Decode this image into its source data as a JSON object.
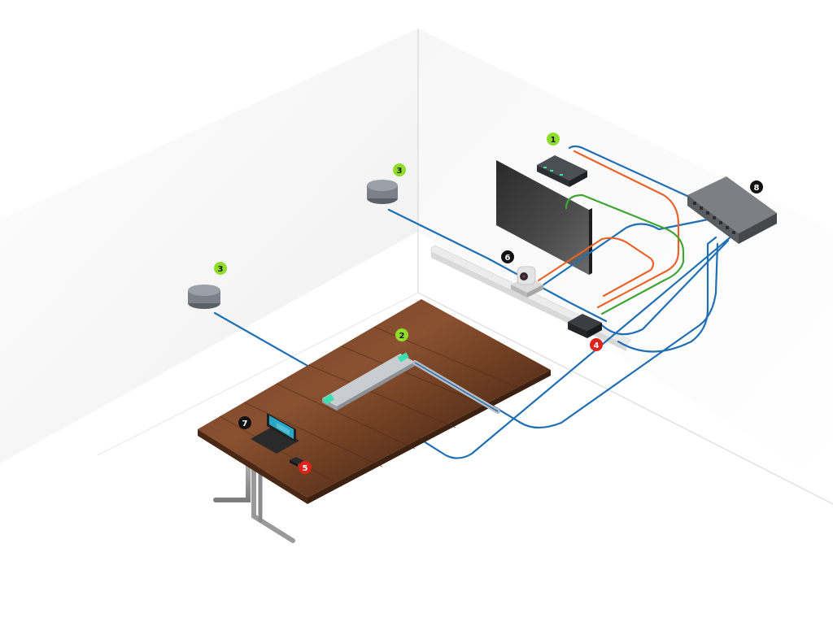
{
  "diagram": {
    "colors": {
      "network_cable": "#1f6fb2",
      "hdmi_cable": "#e8642a",
      "usb_cable": "#3fa535",
      "badge_green": "#8fdc2a",
      "badge_red": "#e0221b",
      "badge_black": "#111111"
    },
    "markers": [
      {
        "id": "m1",
        "label": "1",
        "color": "green",
        "device": "rack-unit"
      },
      {
        "id": "m2",
        "label": "2",
        "color": "green",
        "device": "table-microphone"
      },
      {
        "id": "m3a",
        "label": "3",
        "color": "green",
        "device": "ceiling-speaker-rear"
      },
      {
        "id": "m3b",
        "label": "3",
        "color": "green",
        "device": "ceiling-speaker-front"
      },
      {
        "id": "m4",
        "label": "4",
        "color": "red",
        "device": "control-box"
      },
      {
        "id": "m5",
        "label": "5",
        "color": "red",
        "device": "table-input"
      },
      {
        "id": "m6",
        "label": "6",
        "color": "black",
        "device": "ptz-camera"
      },
      {
        "id": "m7",
        "label": "7",
        "color": "black",
        "device": "laptop"
      },
      {
        "id": "m8",
        "label": "8",
        "color": "black",
        "device": "network-switch"
      }
    ]
  }
}
